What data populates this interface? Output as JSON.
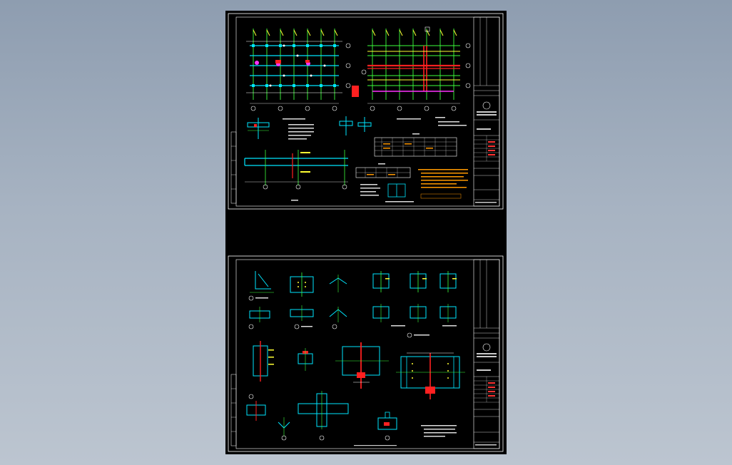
{
  "window": {
    "title": ""
  },
  "sheets": [
    {
      "id": "sheet-1",
      "drawing_title": "",
      "section_labels": [
        "A",
        "B",
        "C",
        "D",
        "E"
      ],
      "axis_labels": [
        "1",
        "2",
        "3",
        "4",
        "5",
        "6",
        "7"
      ],
      "table_title": "",
      "note_title": ""
    },
    {
      "id": "sheet-2",
      "drawing_title": "",
      "detail_numbers": [
        "1",
        "2",
        "3",
        "4",
        "5",
        "6",
        "7",
        "8",
        "9",
        "10",
        "11",
        "12"
      ]
    }
  ],
  "colors": {
    "background": "#8e9db0",
    "sheet": "#000000",
    "frame": "#ffffff",
    "grid_green": "#3cff3c",
    "cyan": "#00e6ff",
    "yellow": "#ffff33",
    "red": "#ff2020",
    "magenta": "#ff33ff",
    "orange": "#ff9900"
  }
}
